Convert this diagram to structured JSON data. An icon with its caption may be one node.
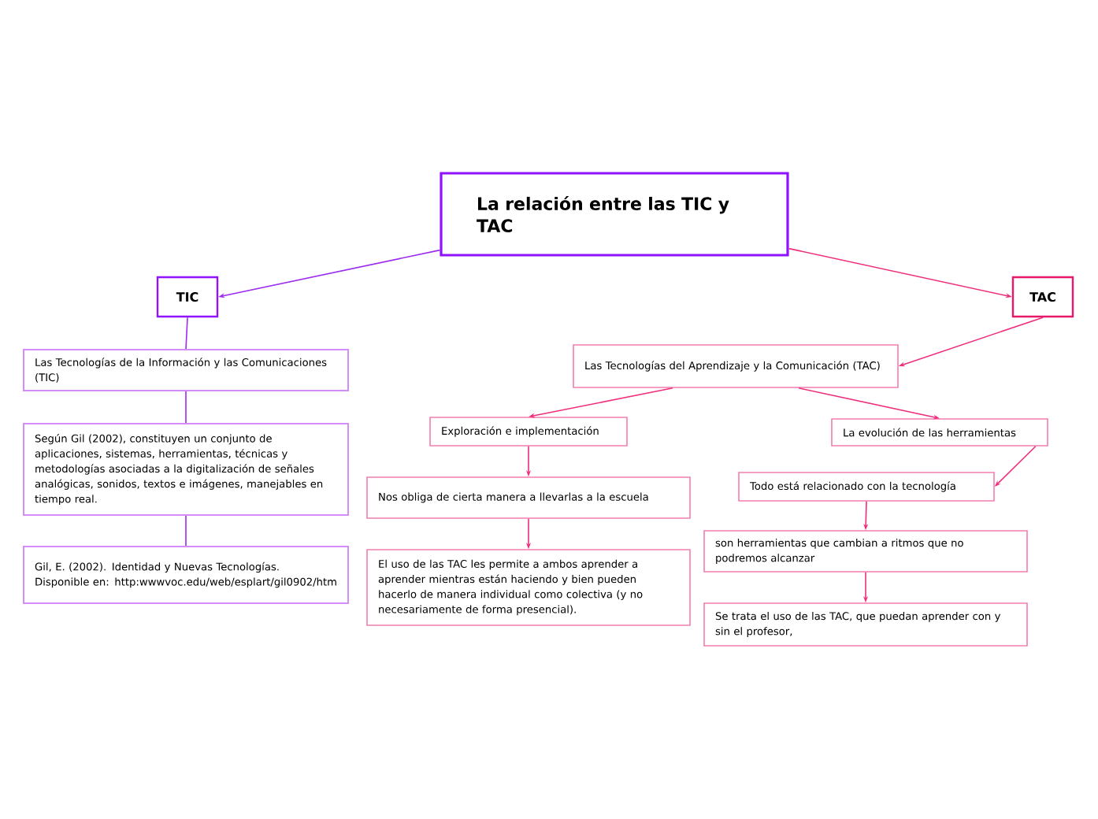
{
  "diagram": {
    "nodes": [
      {
        "text": [
          "La relación entre las TIC y TAC"
        ]
      },
      {
        "text": [
          "TIC"
        ]
      },
      {
        "text": [
          "TAC"
        ]
      },
      {
        "text": [
          "Las Tecnologías de la Información y las Comunicaciones (TIC)"
        ]
      },
      {
        "text": [
          "Según Gil (2002), constituyen un conjunto de aplicaciones, sistemas, herramientas, técnicas y metodologías asociadas a la digitalización de señales analógicas, sonidos, textos e imágenes, manejables en tiempo real."
        ]
      },
      {
        "text": [
          "Gil, E. (2002). Identidad y Nuevas Tecnologías. Disponible en: http:wwwvoc.edu/web/esplart/gil0902/htm"
        ]
      },
      {
        "text": [
          "Las Tecnologías del Aprendizaje y la Comunicación (TAC)"
        ]
      },
      {
        "text": [
          "Exploración e implementación"
        ]
      },
      {
        "text": [
          "La evolución de las herramientas"
        ]
      },
      {
        "text": [
          "Nos obliga de cierta manera a llevarlas a la escuela"
        ]
      },
      {
        "text": [
          "El uso de las TAC les permite a ambos aprender a aprender mientras están haciendo y bien pueden hacerlo de manera individual como colectiva (y no necesariamente de forma presencial)."
        ]
      },
      {
        "text": [
          "Todo está relacionado con la tecnología"
        ]
      },
      {
        "text": [
          "son herramientas que cambian a ritmos que no podremos alcanzar"
        ]
      },
      {
        "text": [
          "Se trata el uso de las TAC, que puedan aprender con y sin el profesor,"
        ]
      }
    ],
    "edges": [
      {
        "from": 0,
        "to": 1,
        "arrow": "to",
        "color": "#9b2cf0"
      },
      {
        "from": 0,
        "to": 2,
        "arrow": "to"
      },
      {
        "from": 1,
        "to": 3,
        "arrow": "none",
        "color": "#9b2cf0"
      },
      {
        "from": 3,
        "to": 4,
        "arrow": "none",
        "color": "#9b2cf0"
      },
      {
        "from": 4,
        "to": 5,
        "arrow": "none",
        "color": "#9b2cf0"
      },
      {
        "from": 2,
        "to": 6,
        "arrow": "to"
      },
      {
        "from": 6,
        "to": 7,
        "arrow": "to"
      },
      {
        "from": 6,
        "to": 8,
        "arrow": "to"
      },
      {
        "from": 7,
        "to": 9,
        "arrow": "to"
      },
      {
        "from": 9,
        "to": 10,
        "arrow": "to"
      },
      {
        "from": 8,
        "to": 11,
        "arrow": "to"
      },
      {
        "from": 11,
        "to": 12,
        "arrow": "to"
      },
      {
        "from": 12,
        "to": 13,
        "arrow": "to"
      }
    ]
  }
}
